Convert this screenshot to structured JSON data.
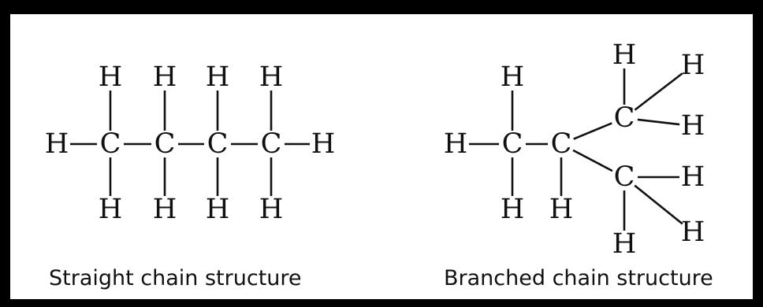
{
  "structures": [
    {
      "id": "straight",
      "caption": "Straight chain structure",
      "atoms": [
        {
          "id": "H1",
          "label": "H"
        },
        {
          "id": "H2",
          "label": "H"
        },
        {
          "id": "H3",
          "label": "H"
        },
        {
          "id": "H4",
          "label": "H"
        },
        {
          "id": "HL",
          "label": "H"
        },
        {
          "id": "C1",
          "label": "C"
        },
        {
          "id": "C2",
          "label": "C"
        },
        {
          "id": "C3",
          "label": "C"
        },
        {
          "id": "C4",
          "label": "C"
        },
        {
          "id": "HR",
          "label": "H"
        },
        {
          "id": "H5",
          "label": "H"
        },
        {
          "id": "H6",
          "label": "H"
        },
        {
          "id": "H7",
          "label": "H"
        },
        {
          "id": "H8",
          "label": "H"
        }
      ],
      "bonds": [
        [
          "HL",
          "C1"
        ],
        [
          "C1",
          "C2"
        ],
        [
          "C2",
          "C3"
        ],
        [
          "C3",
          "C4"
        ],
        [
          "C4",
          "HR"
        ],
        [
          "H1",
          "C1"
        ],
        [
          "H2",
          "C2"
        ],
        [
          "H3",
          "C3"
        ],
        [
          "H4",
          "C4"
        ],
        [
          "C1",
          "H5"
        ],
        [
          "C2",
          "H6"
        ],
        [
          "C3",
          "H7"
        ],
        [
          "C4",
          "H8"
        ]
      ]
    },
    {
      "id": "branched",
      "caption": "Branched chain structure",
      "atoms": [
        {
          "id": "Ht1",
          "label": "H"
        },
        {
          "id": "Ht2",
          "label": "H"
        },
        {
          "id": "Hr1",
          "label": "H"
        },
        {
          "id": "Cu",
          "label": "C"
        },
        {
          "id": "Hr2",
          "label": "H"
        },
        {
          "id": "HL",
          "label": "H"
        },
        {
          "id": "C1",
          "label": "C"
        },
        {
          "id": "C2",
          "label": "C"
        },
        {
          "id": "Cl",
          "label": "C"
        },
        {
          "id": "Hr3",
          "label": "H"
        },
        {
          "id": "Hb1",
          "label": "H"
        },
        {
          "id": "Hb2",
          "label": "H"
        },
        {
          "id": "Hr4",
          "label": "H"
        },
        {
          "id": "Hb3",
          "label": "H"
        }
      ],
      "bonds": [
        [
          "HL",
          "C1"
        ],
        [
          "C1",
          "C2"
        ],
        [
          "Ht1",
          "C1"
        ],
        [
          "C1",
          "Hb1"
        ],
        [
          "C2",
          "Hb2"
        ],
        [
          "C2",
          "Cu"
        ],
        [
          "C2",
          "Cl"
        ],
        [
          "Ht2",
          "Cu"
        ],
        [
          "Cu",
          "Hr1"
        ],
        [
          "Cu",
          "Hr2"
        ],
        [
          "Cl",
          "Hr3"
        ],
        [
          "Cl",
          "Hr4"
        ],
        [
          "Cl",
          "Hb3"
        ]
      ]
    }
  ]
}
